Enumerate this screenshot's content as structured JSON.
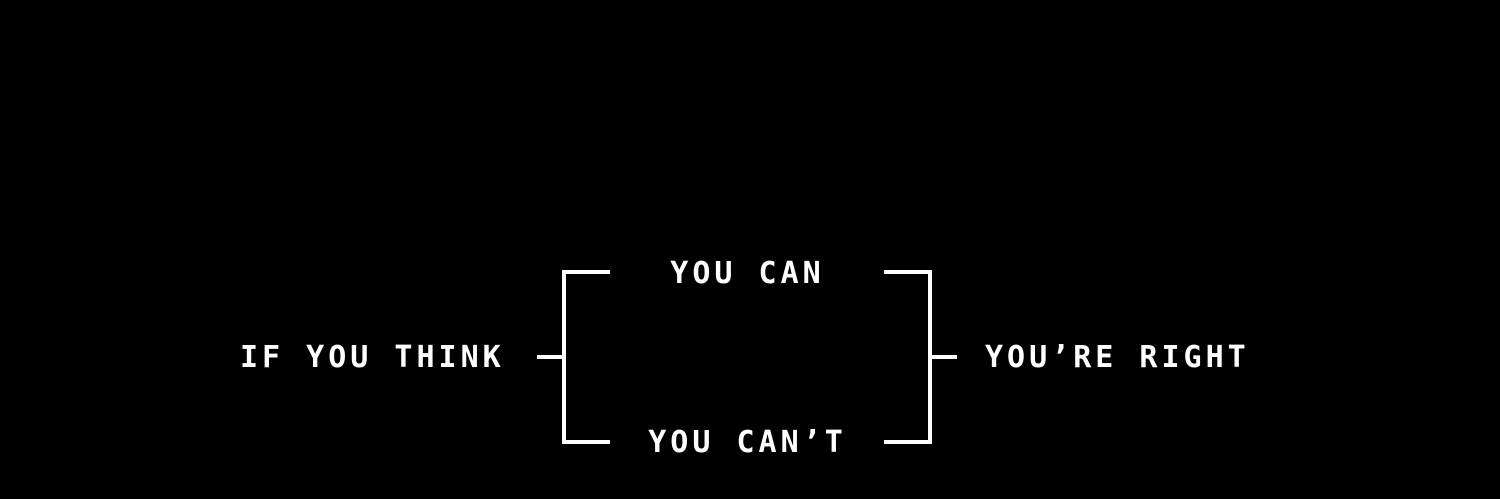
{
  "diagram": {
    "left_label": "IF YOU THINK",
    "branch_top": "YOU CAN",
    "branch_bottom": "YOU CAN’T",
    "right_label": "YOU’RE RIGHT"
  },
  "colors": {
    "background": "#000000",
    "foreground": "#ffffff"
  }
}
